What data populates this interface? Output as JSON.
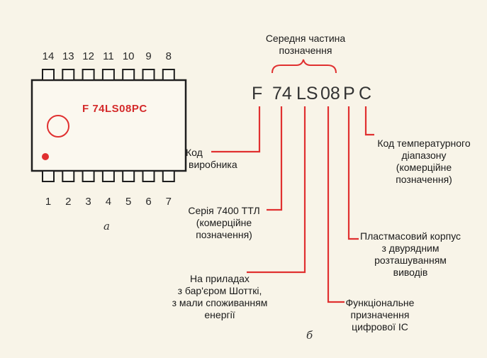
{
  "figure_a": {
    "chip_marking": "F 74LS08PC",
    "top_pins": [
      "14",
      "13",
      "12",
      "11",
      "10",
      "9",
      "8"
    ],
    "bottom_pins": [
      "1",
      "2",
      "3",
      "4",
      "5",
      "6",
      "7"
    ],
    "caption": "а"
  },
  "figure_b": {
    "caption": "б",
    "middle_part_label": [
      "Середня частина",
      "позначення"
    ],
    "code_parts": [
      "F",
      "74",
      "LS",
      "08",
      "P",
      "C"
    ],
    "annotations": {
      "manufacturer": [
        "Код",
        "виробника"
      ],
      "series": [
        "Серія 7400 ТТЛ",
        "(комерційне",
        "позначення)"
      ],
      "schottky": [
        "На приладах",
        "з бар'єром Шотткі,",
        "з мали споживанням",
        "енергії"
      ],
      "function": [
        "Функціональне",
        "призначення",
        "цифрової ІС"
      ],
      "package": [
        "Пластмасовий корпус",
        "з двурядним",
        "розташуванням",
        "виводів"
      ],
      "temperature": [
        "Код температурного",
        "діапазону",
        "(комерційне",
        "позначення)"
      ]
    }
  },
  "colors": {
    "background": "#f8f4e8",
    "leader_red": "#e03030",
    "chip_text": "#d42a2a",
    "outline": "#1e1e1e"
  }
}
